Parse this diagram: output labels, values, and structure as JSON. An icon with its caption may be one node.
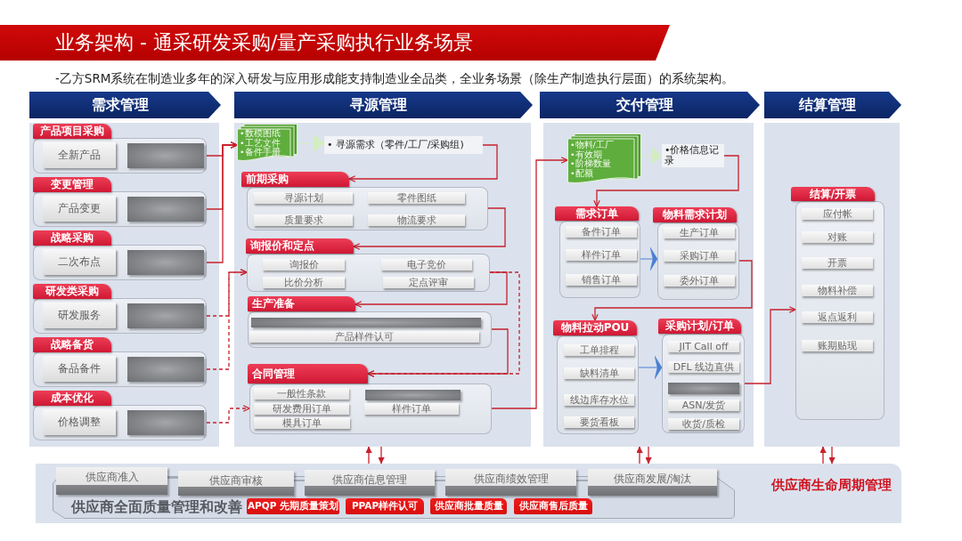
{
  "diagram": {
    "title": "业务架构 - 通采研发采购/量产采购执行业务场景",
    "nodes": [
      {
        "text": [
          "需求管理"
        ]
      },
      {
        "text": [],
        "shape": "box"
      },
      {
        "text": [
          "产品项目采购"
        ],
        "in": 1
      },
      {
        "text": [],
        "shape": "box",
        "in": 1
      },
      {
        "text": [
          "全新产品"
        ],
        "in": 3
      },
      {
        "text": [],
        "shape": "box",
        "in": 3
      },
      {
        "text": [
          "变更管理"
        ],
        "in": 1
      },
      {
        "text": [],
        "shape": "box",
        "in": 1
      },
      {
        "text": [
          "产品变更"
        ],
        "in": 7
      },
      {
        "text": [],
        "shape": "box",
        "in": 7
      },
      {
        "text": [
          "战略采购"
        ],
        "in": 1
      },
      {
        "text": [],
        "shape": "box",
        "in": 1
      },
      {
        "text": [
          "二次布点"
        ],
        "in": 11
      },
      {
        "text": [],
        "shape": "box",
        "in": 11
      },
      {
        "text": [
          "研发类采购"
        ],
        "in": 1
      },
      {
        "text": [],
        "shape": "box",
        "in": 1
      },
      {
        "text": [
          "研发服务"
        ],
        "in": 15
      },
      {
        "text": [],
        "shape": "box",
        "in": 15
      },
      {
        "text": [
          "战略备货"
        ],
        "in": 1
      },
      {
        "text": [],
        "shape": "box",
        "in": 1
      },
      {
        "text": [
          "备品备件"
        ],
        "in": 19
      },
      {
        "text": [],
        "shape": "box",
        "in": 19
      },
      {
        "text": [
          "成本优化"
        ],
        "in": 1
      },
      {
        "text": [],
        "shape": "box",
        "in": 1
      },
      {
        "text": [
          "价格调整"
        ],
        "in": 23
      },
      {
        "text": [],
        "shape": "box",
        "in": 23
      },
      {
        "text": [
          "寻源管理"
        ]
      },
      {
        "text": [],
        "shape": "box"
      },
      {
        "text": [
          "•数模图纸",
          "•工艺文件",
          "•备件手册"
        ],
        "in": 27
      },
      {
        "text": [
          "• 寻源需求（零件/工厂/采购组)"
        ],
        "in": 27
      },
      {
        "text": [
          "前期采购"
        ],
        "in": 27
      },
      {
        "text": [],
        "shape": "box",
        "in": 27
      },
      {
        "text": [
          "寻源计划"
        ],
        "in": 31
      },
      {
        "text": [
          "零件图纸"
        ],
        "in": 31
      },
      {
        "text": [
          "质量要求"
        ],
        "in": 31
      },
      {
        "text": [
          "物流要求"
        ],
        "in": 31
      },
      {
        "text": [
          "询报价和定点"
        ],
        "in": 27
      },
      {
        "text": [],
        "shape": "box",
        "in": 27
      },
      {
        "text": [
          "询报价"
        ],
        "in": 37
      },
      {
        "text": [
          "电子竞价"
        ],
        "in": 37
      },
      {
        "text": [
          "比价分析"
        ],
        "in": 37
      },
      {
        "text": [
          "定点评审"
        ],
        "in": 37
      },
      {
        "text": [
          "生产准备"
        ],
        "in": 27
      },
      {
        "text": [],
        "shape": "box",
        "in": 27
      },
      {
        "text": [],
        "shape": "box",
        "in": 43
      },
      {
        "text": [
          "产品样件认可"
        ],
        "in": 43
      },
      {
        "text": [
          "合同管理"
        ],
        "in": 27
      },
      {
        "text": [],
        "shape": "box",
        "in": 27
      },
      {
        "text": [
          "一般性条款"
        ],
        "in": 47
      },
      {
        "text": [],
        "shape": "box",
        "in": 47
      },
      {
        "text": [
          "研发费用订单"
        ],
        "in": 47
      },
      {
        "text": [
          "样件订单"
        ],
        "in": 47
      },
      {
        "text": [
          "模具订单"
        ],
        "in": 47
      },
      {
        "text": [
          "交付管理"
        ]
      },
      {
        "text": [],
        "shape": "box"
      },
      {
        "text": [
          "•物料/工厂",
          "•有效期",
          "•阶梯数量",
          "•配额"
        ],
        "in": 54
      },
      {
        "text": [
          "•价格信息记录"
        ],
        "in": 54
      },
      {
        "text": [
          "需求订单"
        ],
        "in": 54
      },
      {
        "text": [],
        "shape": "box",
        "in": 54
      },
      {
        "text": [
          "备件订单"
        ],
        "in": 58
      },
      {
        "text": [
          "样件订单"
        ],
        "in": 58
      },
      {
        "text": [
          "销售订单"
        ],
        "in": 58
      },
      {
        "text": [
          "物料需求计划"
        ],
        "in": 54
      },
      {
        "text": [],
        "shape": "box",
        "in": 54
      },
      {
        "text": [
          "生产订单"
        ],
        "in": 63
      },
      {
        "text": [
          "采购订单"
        ],
        "in": 63
      },
      {
        "text": [
          "委外订单"
        ],
        "in": 63
      },
      {
        "text": [
          "物料拉动POU"
        ],
        "in": 54
      },
      {
        "text": [],
        "shape": "box",
        "in": 54
      },
      {
        "text": [
          "工单排程"
        ],
        "in": 68
      },
      {
        "text": [
          "缺料清单"
        ],
        "in": 68
      },
      {
        "text": [
          "线边库存水位"
        ],
        "in": 68
      },
      {
        "text": [
          "要货看板"
        ],
        "in": 68
      },
      {
        "text": [
          "采购计划/订单"
        ],
        "in": 54
      },
      {
        "text": [],
        "shape": "box",
        "in": 54
      },
      {
        "text": [
          "JIT Call off"
        ],
        "in": 74
      },
      {
        "text": [
          "DFL 线边直供"
        ],
        "in": 74
      },
      {
        "text": [],
        "shape": "box",
        "in": 74
      },
      {
        "text": [
          "ASN/发货"
        ],
        "in": 74
      },
      {
        "text": [
          "收货/质检"
        ],
        "in": 74
      },
      {
        "text": [
          "结算管理"
        ]
      },
      {
        "text": [],
        "shape": "box"
      },
      {
        "text": [
          "结算/开票"
        ],
        "in": 81
      },
      {
        "text": [],
        "shape": "box",
        "in": 81
      },
      {
        "text": [
          "应付帐"
        ],
        "in": 83
      },
      {
        "text": [
          "对账"
        ],
        "in": 83
      },
      {
        "text": [
          "开票"
        ],
        "in": 83
      },
      {
        "text": [
          "物料补偿"
        ],
        "in": 83
      },
      {
        "text": [
          "返点返利"
        ],
        "in": 83
      },
      {
        "text": [
          "账期贴现"
        ],
        "in": 83
      },
      {
        "text": [
          "供应商生命周期管理"
        ]
      },
      {
        "text": [
          "供应商全面质量管理和改善"
        ],
        "in": 90
      },
      {
        "text": [
          "供应商准入"
        ],
        "in": 90
      },
      {
        "text": [
          "供应商审核"
        ],
        "in": 90
      },
      {
        "text": [
          "供应商信息管理"
        ],
        "in": 90
      },
      {
        "text": [
          "供应商绩效管理"
        ],
        "in": 90
      },
      {
        "text": [
          "供应商发展/淘汰"
        ],
        "in": 90
      },
      {
        "text": [
          "APQP 先期质量策划"
        ],
        "in": 91
      },
      {
        "text": [
          "PPAP样件认可"
        ],
        "in": 91
      },
      {
        "text": [
          "供应商批量质量"
        ],
        "in": 91
      },
      {
        "text": [
          "供应商售后质量"
        ],
        "in": 91
      }
    ],
    "edges": [
      {
        "from": 3,
        "to": 28,
        "arrow": "to"
      },
      {
        "from": 7,
        "to": 28,
        "arrow": "to"
      },
      {
        "from": 11,
        "to": 28,
        "arrow": "to"
      },
      {
        "from": 15,
        "to": 37,
        "arrow": "to",
        "style": "dashed"
      },
      {
        "from": 19,
        "to": 37,
        "arrow": "to",
        "style": "dashed"
      },
      {
        "from": 23,
        "to": 47,
        "arrow": "to",
        "style": "dashed"
      },
      {
        "from": 28,
        "to": 29,
        "arrow": "to",
        "color": "#d3ecc2"
      },
      {
        "from": 29,
        "to": 30,
        "arrow": "to"
      },
      {
        "from": 31,
        "to": 36,
        "arrow": "to"
      },
      {
        "from": 37,
        "to": 42,
        "arrow": "to"
      },
      {
        "from": 37,
        "to": 46,
        "arrow": "to",
        "style": "dashed"
      },
      {
        "from": 43,
        "to": 46,
        "arrow": "to"
      },
      {
        "from": 47,
        "to": 55,
        "arrow": "to"
      },
      {
        "from": 55,
        "to": 56,
        "arrow": "to",
        "color": "#d3ecc2"
      },
      {
        "from": 56,
        "to": 57,
        "arrow": "to"
      },
      {
        "from": 58,
        "to": 63,
        "arrow": "to",
        "color": "#4a7fd4"
      },
      {
        "from": 63,
        "to": 67,
        "arrow": "to"
      },
      {
        "from": 68,
        "to": 74,
        "arrow": "to",
        "color": "#4a7fd4"
      },
      {
        "from": 74,
        "to": 83,
        "arrow": "to"
      },
      {
        "from": 92,
        "to": 93,
        "arrow": "none",
        "color": "#8d929a"
      },
      {
        "from": 93,
        "to": 94,
        "arrow": "none",
        "color": "#8d929a"
      },
      {
        "from": 94,
        "to": 95,
        "arrow": "none",
        "color": "#8d929a"
      },
      {
        "from": 95,
        "to": 96,
        "arrow": "none",
        "color": "#8d929a"
      },
      {
        "from": 90,
        "to": 27,
        "arrow": "to"
      },
      {
        "from": 27,
        "to": 90,
        "arrow": "to"
      },
      {
        "from": 90,
        "to": 54,
        "arrow": "to"
      },
      {
        "from": 54,
        "to": 90,
        "arrow": "to"
      },
      {
        "from": 90,
        "to": 81,
        "arrow": "to"
      },
      {
        "from": 81,
        "to": 90,
        "arrow": "to"
      }
    ],
    "labels": [
      "-乙方SRM系统在制造业多年的深入研发与应用形成能支持制造业全品类，全业务场景（除生产制造执行层面）的系统架构。"
    ]
  }
}
